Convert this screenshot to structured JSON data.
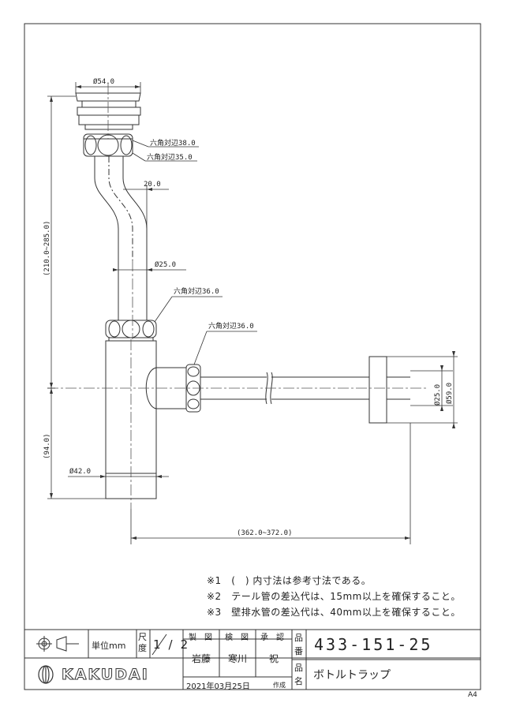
{
  "dims": {
    "d54": "Ø54.0",
    "hex38": "六角対辺38.0",
    "hex35": "六角対辺35.0",
    "d20": "20.0",
    "d25": "Ø25.0",
    "hex36a": "六角対辺36.0",
    "hex36b": "六角対辺36.0",
    "height_total": "(210.0~285.0)",
    "height_lower": "(94.0)",
    "d42": "Ø42.0",
    "d25_right": "Ø25.0",
    "d59": "Ø59.0",
    "length": "(362.0~372.0)"
  },
  "notes": [
    "※1　(　) 内寸法は参考寸法である。",
    "※2　テール管の差込代は、15mm以上を確保すること。",
    "※3　壁排水管の差込代は、40mm以上を確保すること。"
  ],
  "title_block": {
    "unit_label": "単位mm",
    "scale_label": "尺度",
    "scale_value": "1/2",
    "col_draw": "製　図",
    "col_check": "検　図",
    "col_approve": "承　認",
    "drawer": "岩藤",
    "checker": "寒川",
    "approver": "祝",
    "date": "2021年03月25日",
    "date_suffix": "作成",
    "part_no_label": "品番",
    "part_no": "433-151-25",
    "part_name_label": "品名",
    "part_name": "ボトルトラップ",
    "brand": "KAKUDAI",
    "paper_size": "A4"
  }
}
